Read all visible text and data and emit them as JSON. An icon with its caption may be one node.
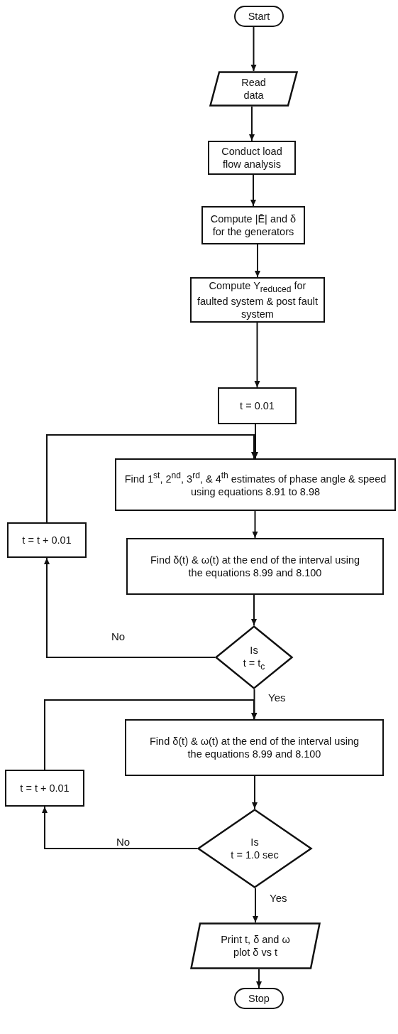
{
  "diagram": {
    "nodes": [
      {
        "text": [
          "Start"
        ]
      },
      {
        "text": [
          "Read data"
        ]
      },
      {
        "text": [
          "Conduct load flow analysis"
        ]
      },
      {
        "text": [
          "Compute |Ē| and δ for the generators"
        ]
      },
      {
        "text": [
          "Compute Y$_{reduced}$ for faulted system & post fault system"
        ]
      },
      {
        "text": [
          "t = 0.01"
        ]
      },
      {
        "text": [
          "Find 1$^{st}$, 2$^{nd}$, 3$^{rd}$, & 4$^{th}$ estimates of phase angle & speed using equations 8.91 to 8.98"
        ]
      },
      {
        "text": [
          "t = t + 0.01"
        ]
      },
      {
        "text": [
          "Find δ(t) & ω(t) at the end of the interval using the equations 8.99 and 8.100"
        ]
      },
      {
        "text": [
          "Is",
          "t = t$_{c}$"
        ]
      },
      {
        "text": [
          "Find δ(t) & ω(t) at the end of the interval using the equations 8.99 and 8.100"
        ]
      },
      {
        "text": [
          "t = t + 0.01"
        ]
      },
      {
        "text": [
          "Is",
          "t = 1.0 sec"
        ]
      },
      {
        "text": [
          "Print t, δ and ω plot δ vs t"
        ]
      },
      {
        "text": [
          "Stop"
        ]
      }
    ],
    "edges": [
      {
        "from": 0,
        "to": 1,
        "arrow": "to"
      },
      {
        "from": 1,
        "to": 2,
        "arrow": "to"
      },
      {
        "from": 2,
        "to": 3,
        "arrow": "to"
      },
      {
        "from": 3,
        "to": 4,
        "arrow": "to"
      },
      {
        "from": 4,
        "to": 5,
        "arrow": "to"
      },
      {
        "from": 5,
        "to": 6,
        "arrow": "to"
      },
      {
        "from": 6,
        "to": 8,
        "arrow": "to"
      },
      {
        "from": 8,
        "to": 9,
        "arrow": "to"
      },
      {
        "from": 9,
        "to": 7,
        "arrow": "to",
        "label": "No"
      },
      {
        "from": 7,
        "to": 6,
        "arrow": "to"
      },
      {
        "from": 9,
        "to": 10,
        "arrow": "to",
        "label": "Yes"
      },
      {
        "from": 10,
        "to": 12,
        "arrow": "to"
      },
      {
        "from": 12,
        "to": 11,
        "arrow": "to",
        "label": "No"
      },
      {
        "from": 11,
        "to": 10,
        "arrow": "to"
      },
      {
        "from": 12,
        "to": 13,
        "arrow": "to",
        "label": "Yes"
      },
      {
        "from": 13,
        "to": 14,
        "arrow": "to"
      }
    ]
  }
}
